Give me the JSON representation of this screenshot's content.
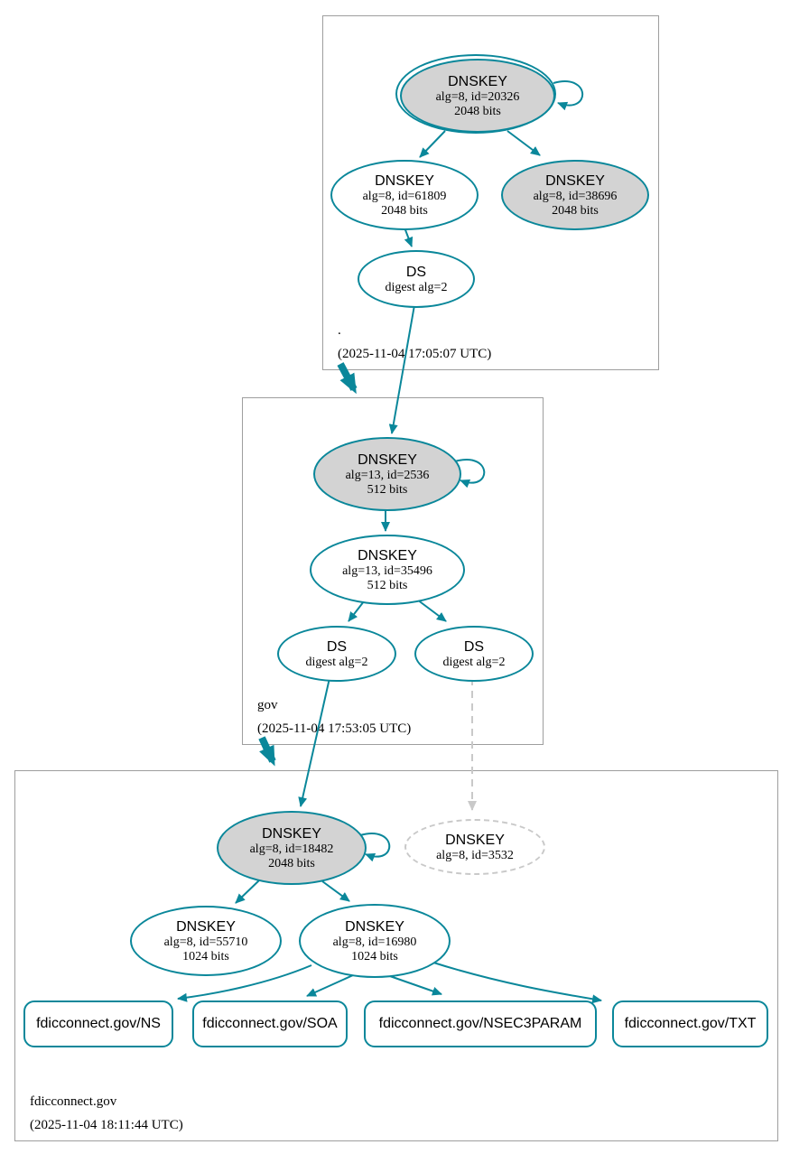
{
  "colors": {
    "secure_teal": "#0a879a",
    "node_fill_gray": "#d3d3d3",
    "dashed_gray": "#c9c9c9",
    "zone_border_gray": "#9e9e9e"
  },
  "zones": {
    "root": {
      "label": ".",
      "timestamp": "(2025-11-04 17:05:07 UTC)",
      "nodes": {
        "ksk": {
          "title": "DNSKEY",
          "detail": "alg=8, id=20326",
          "bits": "2048 bits"
        },
        "zsk": {
          "title": "DNSKEY",
          "detail": "alg=8, id=61809",
          "bits": "2048 bits"
        },
        "key2": {
          "title": "DNSKEY",
          "detail": "alg=8, id=38696",
          "bits": "2048 bits"
        },
        "ds": {
          "title": "DS",
          "detail": "digest alg=2"
        }
      }
    },
    "gov": {
      "label": "gov",
      "timestamp": "(2025-11-04 17:53:05 UTC)",
      "nodes": {
        "ksk": {
          "title": "DNSKEY",
          "detail": "alg=13, id=2536",
          "bits": "512 bits"
        },
        "zsk": {
          "title": "DNSKEY",
          "detail": "alg=13, id=35496",
          "bits": "512 bits"
        },
        "ds_left": {
          "title": "DS",
          "detail": "digest alg=2"
        },
        "ds_right": {
          "title": "DS",
          "detail": "digest alg=2"
        }
      }
    },
    "fdicconnect": {
      "label": "fdicconnect.gov",
      "timestamp": "(2025-11-04 18:11:44 UTC)",
      "nodes": {
        "ksk": {
          "title": "DNSKEY",
          "detail": "alg=8, id=18482",
          "bits": "2048 bits"
        },
        "key_dashed": {
          "title": "DNSKEY",
          "detail": "alg=8, id=3532"
        },
        "zsk1": {
          "title": "DNSKEY",
          "detail": "alg=8, id=55710",
          "bits": "1024 bits"
        },
        "zsk2": {
          "title": "DNSKEY",
          "detail": "alg=8, id=16980",
          "bits": "1024 bits"
        },
        "rrset_ns": {
          "label": "fdicconnect.gov/NS"
        },
        "rrset_soa": {
          "label": "fdicconnect.gov/SOA"
        },
        "rrset_nsec3param": {
          "label": "fdicconnect.gov/NSEC3PARAM"
        },
        "rrset_txt": {
          "label": "fdicconnect.gov/TXT"
        }
      }
    }
  }
}
